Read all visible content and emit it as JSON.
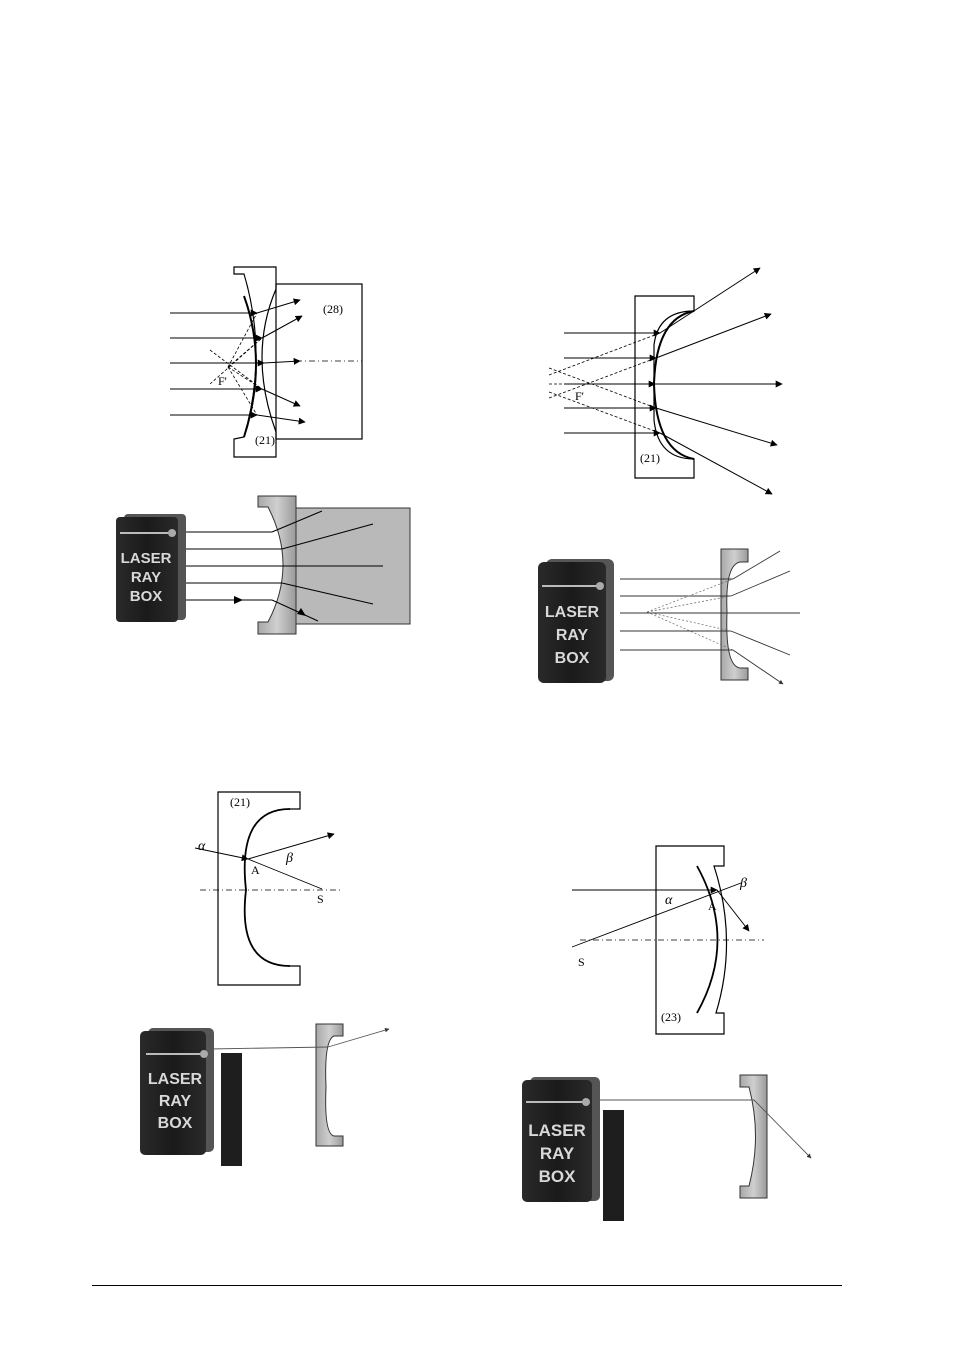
{
  "labels": {
    "p1_ref28": "(28)",
    "p1_focus": "F'",
    "p1_ref21": "(21)",
    "p2_focus": "F'",
    "p2_ref21": "(21)",
    "p3_ref21": "(21)",
    "p3_alpha": "α",
    "p3_beta": "β",
    "p3_A": "A",
    "p3_S": "S",
    "p4_alpha": "α",
    "p4_beta": "β",
    "p4_A": "A",
    "p4_S": "S",
    "p4_ref23": "(23)"
  },
  "laser_box": {
    "line1": "LASER",
    "line2": "RAY",
    "line3": "BOX"
  }
}
